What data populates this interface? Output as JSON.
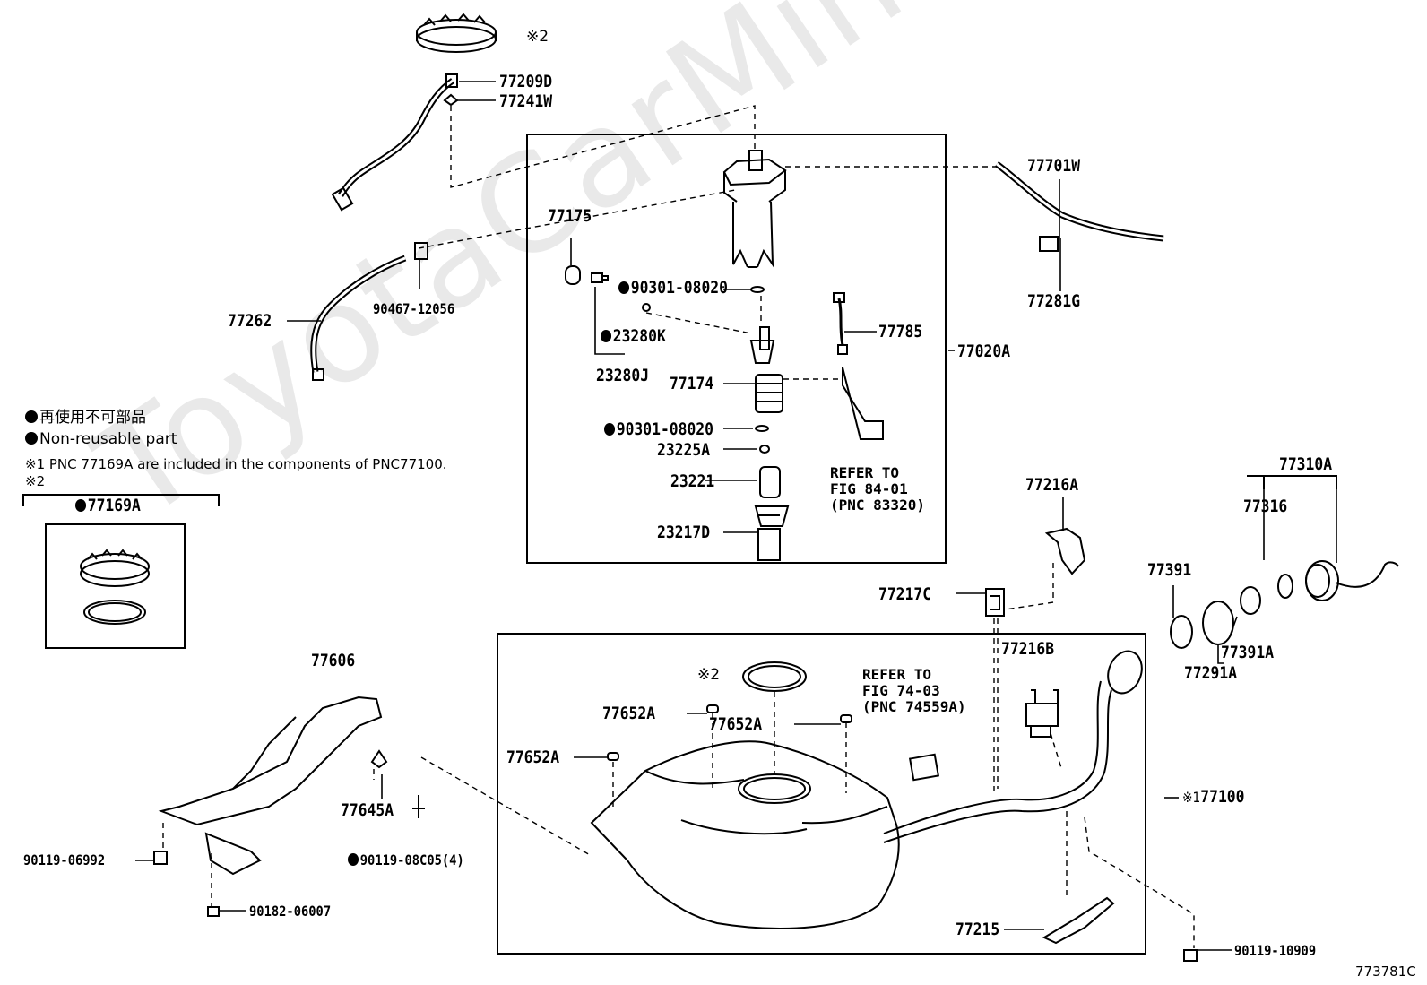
{
  "watermark": "ToyotaCarMine.ru",
  "legend": {
    "jp": "再使用不可部品",
    "en": "Non-reusable part",
    "note1": "※1 PNC 77169A are included in the components of PNC77100.",
    "note2_marker": "※2"
  },
  "parts": {
    "p77209D": "77209D",
    "p77241W": "77241W",
    "p77175": "77175",
    "p77262": "77262",
    "p90467": "90467-12056",
    "p90301a": "90301-08020",
    "p23280K": "23280K",
    "p23280J": "23280J",
    "p77174": "77174",
    "p90301b": "90301-08020",
    "p23225A": "23225A",
    "p23221": "23221",
    "p23217D": "23217D",
    "p77785": "77785",
    "p77020A": "77020A",
    "p77701W": "77701W",
    "p77281G": "77281G",
    "p77169A": "77169A",
    "p77216A": "77216A",
    "p77217C": "77217C",
    "p77310A": "77310A",
    "p77316": "77316",
    "p77391": "77391",
    "p77391A": "77391A",
    "p77291A": "77291A",
    "p77216B": "77216B",
    "p77100": "77100",
    "p77100_marker": "※1",
    "p77606": "77606",
    "p77645A": "77645A",
    "p90119_06992": "90119-06992",
    "p90119_08C05": "90119-08C05(4)",
    "p90182": "90182-06007",
    "p77652A_1": "77652A",
    "p77652A_2": "77652A",
    "p77652A_3": "77652A",
    "p77215": "77215",
    "p90119_10909": "90119-10909",
    "ring_marker_top": "※2",
    "gasket_marker": "※2"
  },
  "refs": {
    "fig84": "REFER TO\nFIG 84-01\n(PNC 83320)",
    "fig74": "REFER TO\nFIG 74-03\n(PNC 74559A)"
  },
  "figure_id": "773781C"
}
